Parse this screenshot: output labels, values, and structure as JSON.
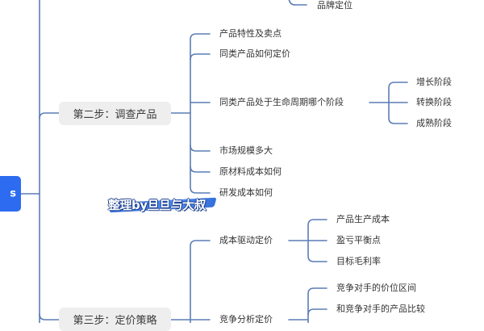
{
  "root": {
    "label": "s"
  },
  "top_partial": {
    "label": "品牌定位"
  },
  "steps": [
    {
      "label": "第二步：调查产品",
      "children": [
        {
          "label": "产品特性及卖点"
        },
        {
          "label": "同类产品如何定价"
        },
        {
          "label": "同类产品处于生命周期哪个阶段",
          "children": [
            {
              "label": "增长阶段"
            },
            {
              "label": "转换阶段"
            },
            {
              "label": "成熟阶段"
            }
          ]
        },
        {
          "label": "市场规模多大"
        },
        {
          "label": "原材料成本如何"
        },
        {
          "label": "研发成本如何"
        }
      ]
    },
    {
      "label": "第三步：定价策略",
      "children": [
        {
          "label": "成本驱动定价",
          "children": [
            {
              "label": "产品生产成本"
            },
            {
              "label": "盈亏平衡点"
            },
            {
              "label": "目标毛利率"
            }
          ]
        },
        {
          "label": "竞争分析定价",
          "children": [
            {
              "label": "竞争对手的价位区间"
            },
            {
              "label": "和竞争对手的产品比较"
            }
          ]
        }
      ]
    }
  ],
  "watermark": {
    "text": "整理by旦旦与大叔"
  },
  "colors": {
    "root_fill": "#2d6cf0",
    "connector": "#5b7db5",
    "step_box_fill": "#eeeeee",
    "text": "#333333"
  }
}
